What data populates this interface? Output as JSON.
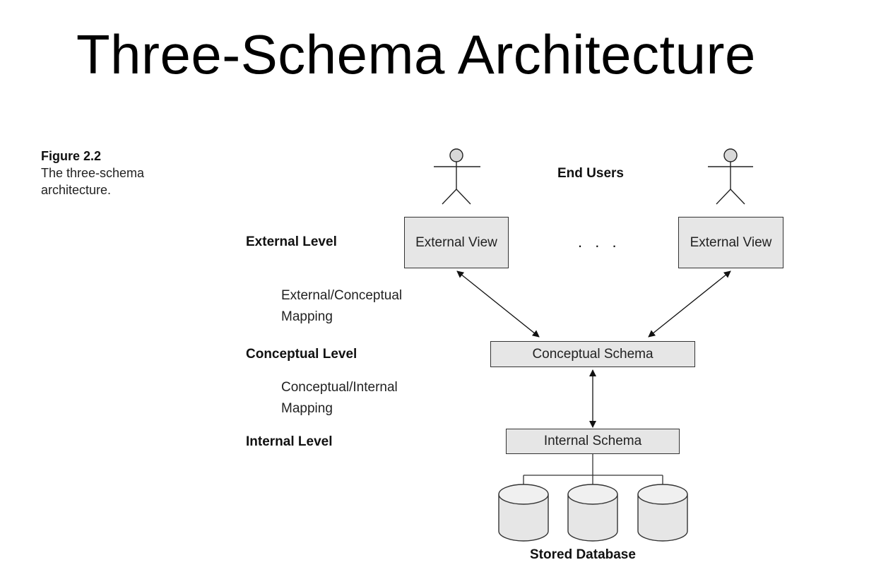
{
  "title": "Three-Schema Architecture",
  "figure": {
    "label": "Figure 2.2",
    "caption": "The three-schema architecture."
  },
  "levels": {
    "external": "External Level",
    "conceptual": "Conceptual Level",
    "internal": "Internal Level"
  },
  "mappings": {
    "external_conceptual": "External/Conceptual Mapping",
    "conceptual_internal": "Conceptual/Internal Mapping"
  },
  "nodes": {
    "end_users": "End Users",
    "external_view_left": "External View",
    "external_view_right": "External View",
    "ellipsis": ". . .",
    "conceptual_schema": "Conceptual Schema",
    "internal_schema": "Internal Schema",
    "stored_database": "Stored Database"
  },
  "icons": [
    "user-icon",
    "user-icon",
    "database-cylinder-icon",
    "database-cylinder-icon",
    "database-cylinder-icon"
  ]
}
